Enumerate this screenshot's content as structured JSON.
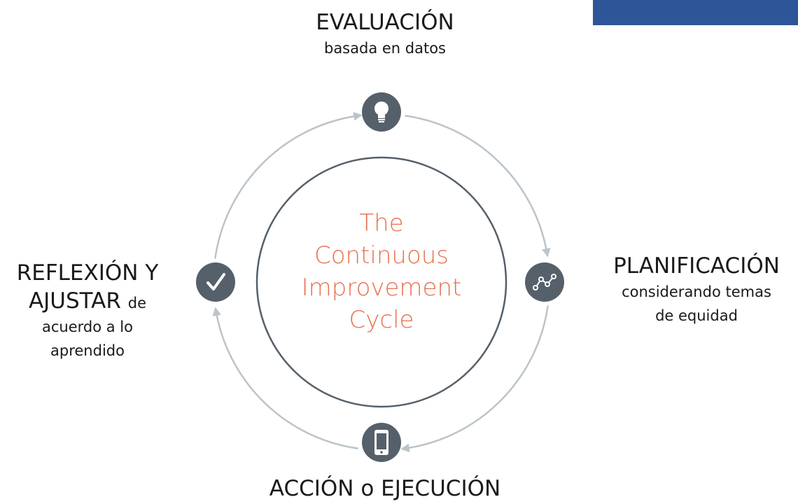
{
  "colors": {
    "accent_bar": "#2e5597",
    "arrow": "#bcc4ca",
    "node": "#56606b",
    "inner_ring": "#55606a",
    "center_text": "#e8704d"
  },
  "center": {
    "lines": [
      "The",
      "Continuous",
      "Improvement",
      "Cycle"
    ]
  },
  "stages": {
    "evaluation": {
      "title": "EVALUACIÓN",
      "subtitle": "basada en datos",
      "icon": "lightbulb-icon"
    },
    "planning": {
      "title": "PLANIFICACIÓN",
      "subtitle_line1": "considerando temas",
      "subtitle_line2": "de equidad",
      "icon": "chart-nodes-icon"
    },
    "action": {
      "title": "ACCIÓN o EJECUCIÓN",
      "icon": "smartphone-icon"
    },
    "reflection": {
      "title_line1": "REFLEXIÓN Y",
      "title_line2": "AJUSTAR",
      "title_line2_suffix": "de",
      "subtitle_line1": "acuerdo a lo",
      "subtitle_line2": "aprendido",
      "icon": "checkmark-icon"
    }
  }
}
